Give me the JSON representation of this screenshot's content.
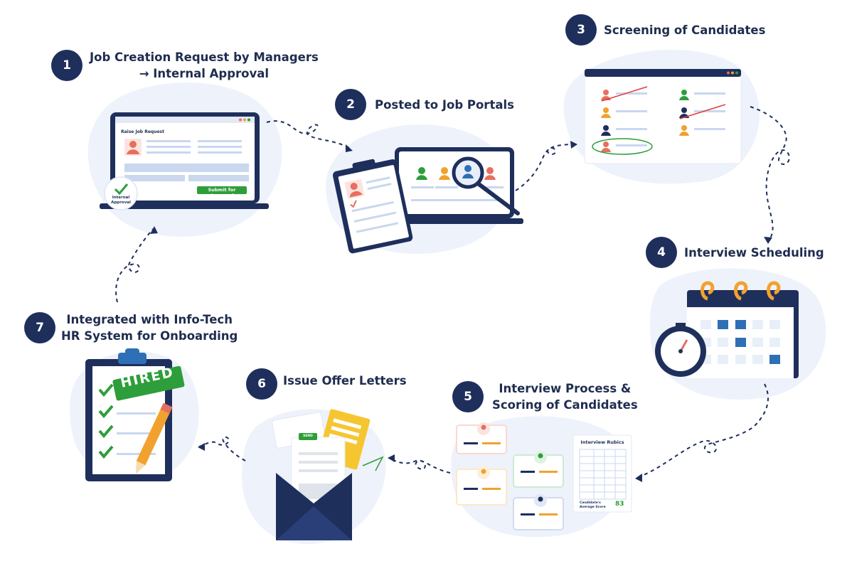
{
  "steps": [
    {
      "number": "1",
      "title_line1": "Job Creation Request by Managers",
      "title_line2": "→ Internal Approval"
    },
    {
      "number": "2",
      "title_line1": "Posted to Job Portals",
      "title_line2": ""
    },
    {
      "number": "3",
      "title_line1": "Screening of Candidates",
      "title_line2": ""
    },
    {
      "number": "4",
      "title_line1": "Interview Scheduling",
      "title_line2": ""
    },
    {
      "number": "5",
      "title_line1": "Interview Process &",
      "title_line2": "Scoring of Candidates"
    },
    {
      "number": "6",
      "title_line1": "Issue Offer Letters",
      "title_line2": ""
    },
    {
      "number": "7",
      "title_line1": "Integrated with Info-Tech",
      "title_line2": "HR System for Onboarding"
    }
  ],
  "illustrations": {
    "job_request": {
      "form_title": "Raise Job Request",
      "submit_label": "Submit for Approval",
      "stamp_line1": "Internal",
      "stamp_line2": "Approval"
    },
    "interview_rubrics": {
      "title": "Interview Rubics",
      "score_label_line1": "Candidate's",
      "score_label_line2": "Average Score",
      "score": "83"
    },
    "hired_tag": "HIRED",
    "offer_tag": "SEND"
  },
  "colors": {
    "navy": "#1e2f5c",
    "blob": "#eef2fb",
    "green": "#2e9e3a",
    "accent_red": "#e5705f",
    "accent_orange": "#f1a22e",
    "accent_yellow": "#f6c630",
    "accent_blue": "#2f6fb5"
  }
}
